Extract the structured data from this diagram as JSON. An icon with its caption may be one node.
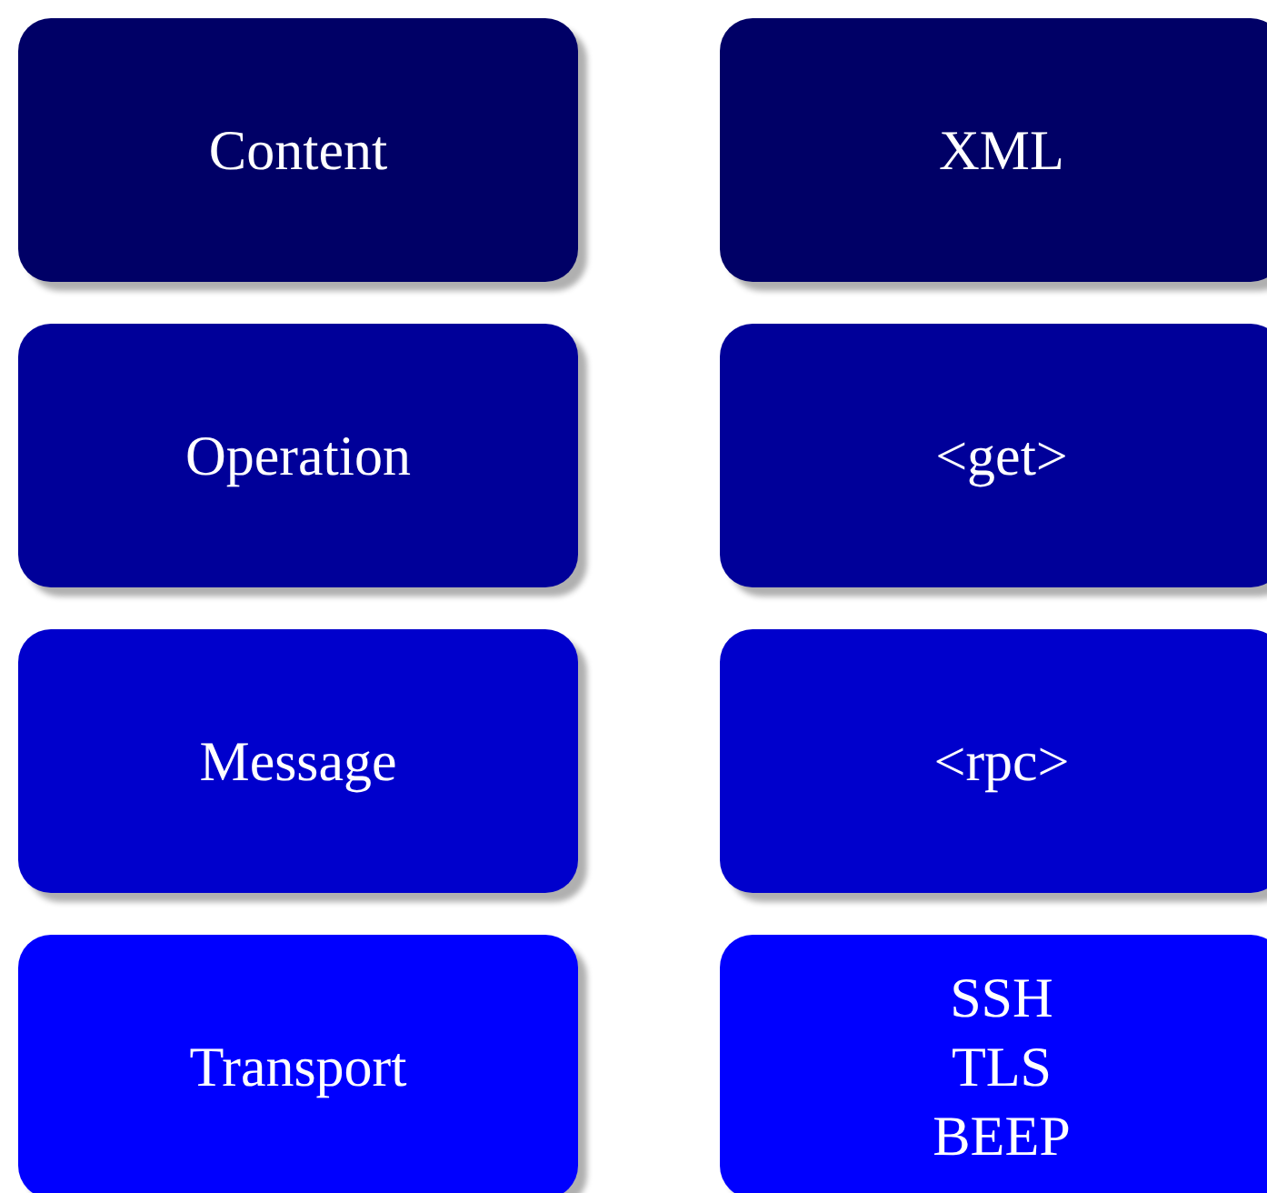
{
  "diagram": {
    "nodes": [
      {
        "text": [
          "Content"
        ]
      },
      {
        "text": [
          "XML"
        ]
      },
      {
        "text": [
          "Operation"
        ]
      },
      {
        "text": [
          "<get>"
        ]
      },
      {
        "text": [
          "Message"
        ]
      },
      {
        "text": [
          "<rpc>"
        ]
      },
      {
        "text": [
          "Transport"
        ]
      },
      {
        "text": [
          "SSH",
          "TLS",
          "BEEP"
        ]
      }
    ],
    "edges": []
  }
}
